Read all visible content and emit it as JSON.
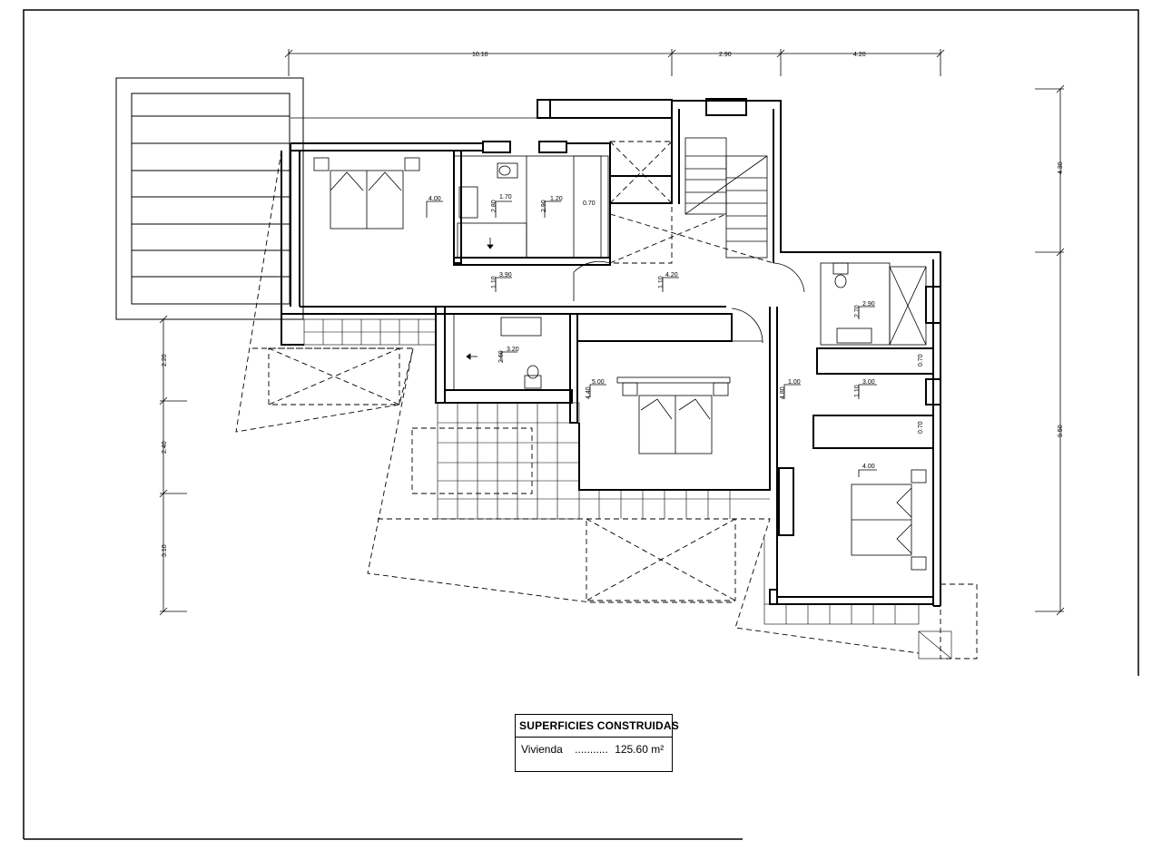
{
  "dimensions": {
    "top": [
      "10.10",
      "2.90",
      "4.20"
    ],
    "right": [
      "4.30",
      "9.50"
    ],
    "left": [
      "2.20",
      "2.40",
      "3.10"
    ],
    "rooms": [
      "4.00",
      "1.70",
      "2.80",
      "1.20",
      "2.90",
      "0.70",
      "3.90",
      "1.10",
      "4.20",
      "1.10",
      "2.90",
      "2.70",
      "0.70",
      "1.00",
      "3.00",
      "1.10",
      "0.70",
      "3.20",
      "2.60",
      "5.00",
      "4.40",
      "4.80",
      "4.00"
    ]
  },
  "table": {
    "title": "SUPERFICIES CONSTRUIDAS",
    "rows": [
      {
        "label": "Vivienda",
        "dots": "...........",
        "value": "125.60 m²"
      }
    ]
  }
}
